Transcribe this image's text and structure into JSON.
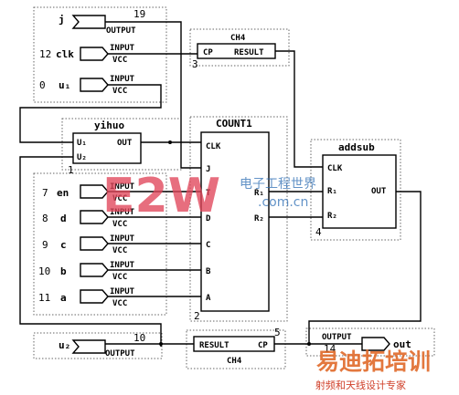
{
  "ports_top": [
    {
      "index": "",
      "name": "j",
      "dir": "OUTPUT",
      "sub": "",
      "pin": "19"
    },
    {
      "index": "12",
      "name": "clk",
      "dir": "INPUT",
      "sub": "VCC",
      "pin": ""
    },
    {
      "index": "0",
      "name": "u₁",
      "dir": "INPUT",
      "sub": "VCC",
      "pin": ""
    }
  ],
  "ports_mid": [
    {
      "index": "7",
      "name": "en",
      "dir": "INPUT",
      "sub": "VCC"
    },
    {
      "index": "8",
      "name": "d",
      "dir": "INPUT",
      "sub": "VCC"
    },
    {
      "index": "9",
      "name": "c",
      "dir": "INPUT",
      "sub": "VCC"
    },
    {
      "index": "10",
      "name": "b",
      "dir": "INPUT",
      "sub": "VCC"
    },
    {
      "index": "11",
      "name": "a",
      "dir": "INPUT",
      "sub": "VCC"
    }
  ],
  "port_u2": {
    "name": "u₂",
    "dir": "OUTPUT",
    "pin": "10"
  },
  "port_out": {
    "name": "out",
    "dir": "OUTPUT",
    "pin": "14"
  },
  "ch4_top": {
    "title": "CH4",
    "in": "CP",
    "out": "RESULT",
    "num": "3"
  },
  "ch4_bottom": {
    "title": "CH4",
    "in": "CP",
    "out": "RESULT",
    "num": "5"
  },
  "yihuo": {
    "title": "yihuo",
    "in1": "U₁",
    "in2": "U₂",
    "out": "OUT",
    "num": "1"
  },
  "count1": {
    "title": "COUNT1",
    "pins": [
      "CLK",
      "J",
      "T",
      "D",
      "C",
      "B",
      "A"
    ],
    "out1": "R₁",
    "out2": "R₂",
    "num": "2"
  },
  "addsub": {
    "title": "addsub",
    "pins": [
      "CLK",
      "R₁",
      "R₂"
    ],
    "out": "OUT",
    "num": "4"
  },
  "watermark": {
    "logo": "E2W",
    "cn": "电子工程世界",
    "url": ".com.cn",
    "brand": "易迪拓培训",
    "tagline": "射频和天线设计专家"
  }
}
